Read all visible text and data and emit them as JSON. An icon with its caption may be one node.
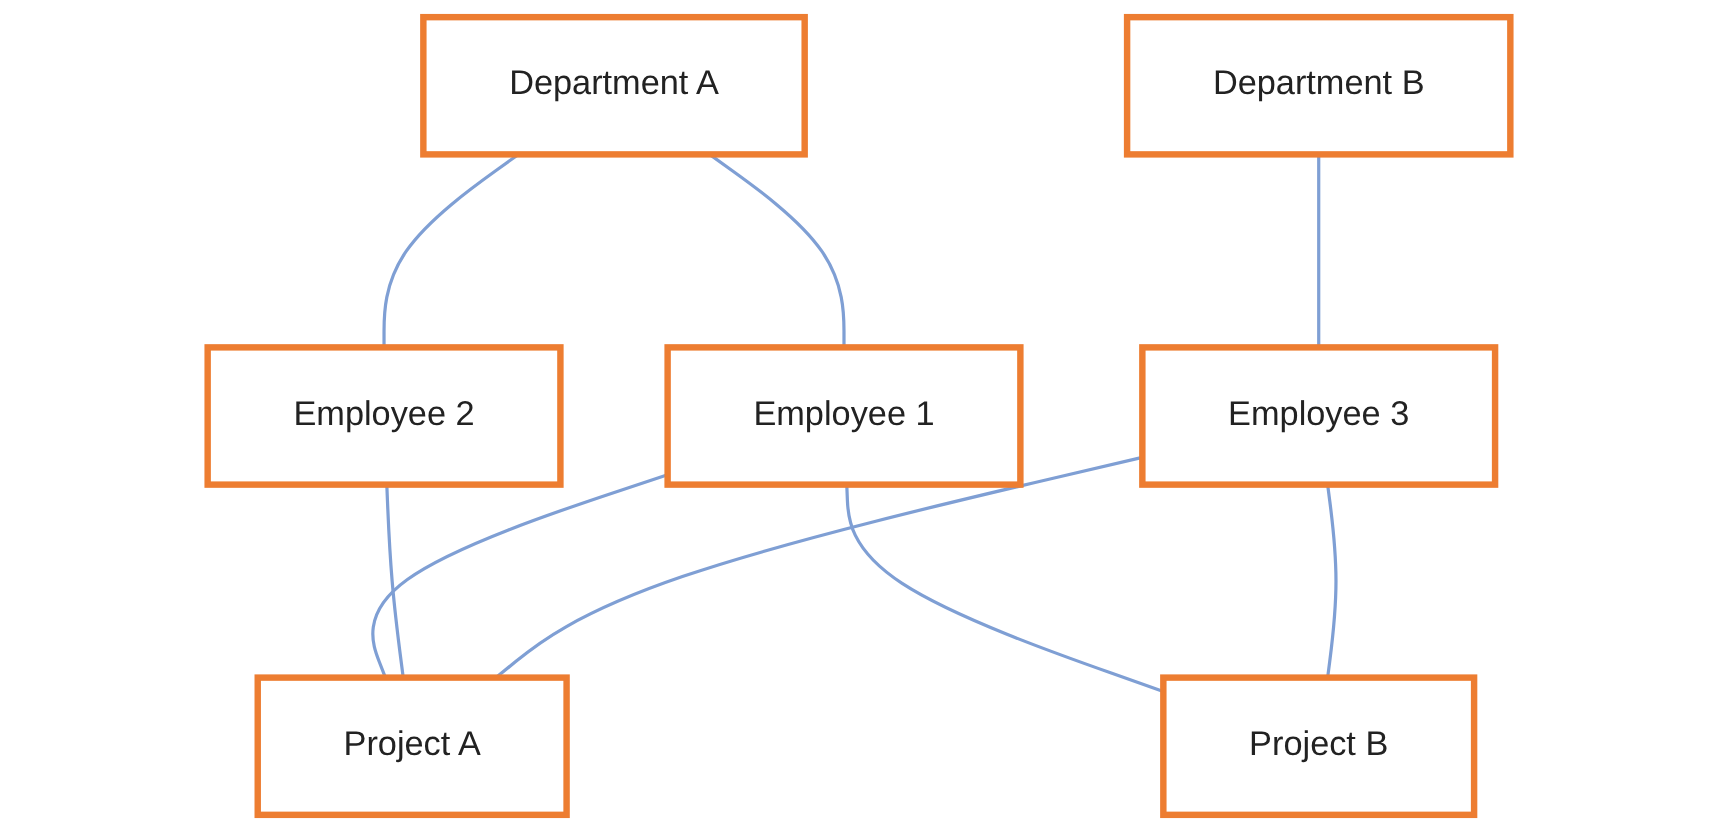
{
  "diagram": {
    "nodes": [
      {
        "text": [
          "Department A"
        ]
      },
      {
        "text": [
          "Department B"
        ]
      },
      {
        "text": [
          "Employee 1"
        ]
      },
      {
        "text": [
          "Employee 2"
        ]
      },
      {
        "text": [
          "Employee 3"
        ]
      },
      {
        "text": [
          "Project A"
        ]
      },
      {
        "text": [
          "Project B"
        ]
      }
    ],
    "edges": [
      {
        "from": 0,
        "to": 2,
        "arrow": "none"
      },
      {
        "from": 0,
        "to": 3,
        "arrow": "none"
      },
      {
        "from": 1,
        "to": 4,
        "arrow": "none"
      },
      {
        "from": 2,
        "to": 5,
        "arrow": "none"
      },
      {
        "from": 2,
        "to": 6,
        "arrow": "none"
      },
      {
        "from": 3,
        "to": 5,
        "arrow": "none"
      },
      {
        "from": 4,
        "to": 5,
        "arrow": "none"
      },
      {
        "from": 4,
        "to": 6,
        "arrow": "none"
      }
    ]
  }
}
